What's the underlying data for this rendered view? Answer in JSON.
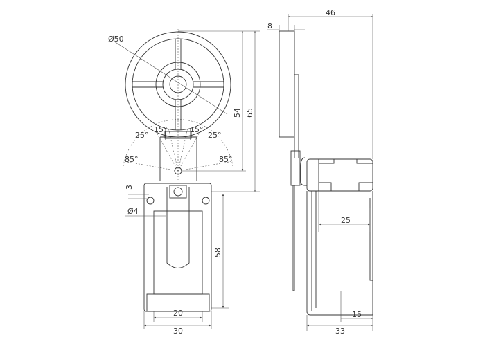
{
  "drawing": {
    "front_view": {
      "wheel_diameter": "Ø50",
      "height_to_pivot": "54",
      "height_to_body": "65",
      "body_height": "58",
      "mount_spacing": "20",
      "body_width": "30",
      "slot": "3",
      "hole_diameter": "Ø4",
      "angle_left_inner": "15°",
      "angle_right_inner": "15°",
      "angle_left_mid": "25°",
      "angle_right_mid": "25°",
      "angle_left_outer": "85°",
      "angle_right_outer": "85°"
    },
    "side_view": {
      "overall_depth": "46",
      "wheel_width": "8",
      "head_depth": "25",
      "mount_offset": "15",
      "body_depth": "33"
    },
    "line_color": "#333333"
  }
}
